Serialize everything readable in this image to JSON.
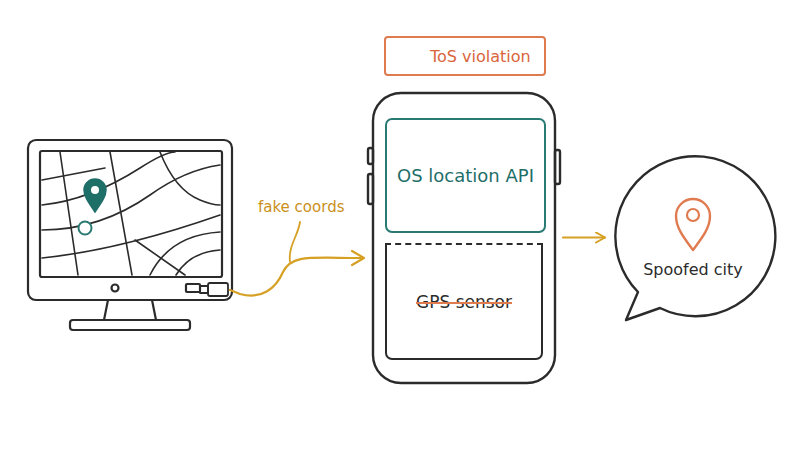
{
  "diagram": {
    "nodes": [
      {
        "text": [
          "ToS violation"
        ]
      },
      {
        "text": [
          "OS location API"
        ]
      },
      {
        "text": [
          "GPS sensor"
        ]
      },
      {
        "text": [
          "Spoofed city"
        ]
      }
    ],
    "edges": [
      {
        "from": 1,
        "to": 3,
        "arrow": "to"
      }
    ],
    "labels": [
      "fake coords"
    ]
  }
}
